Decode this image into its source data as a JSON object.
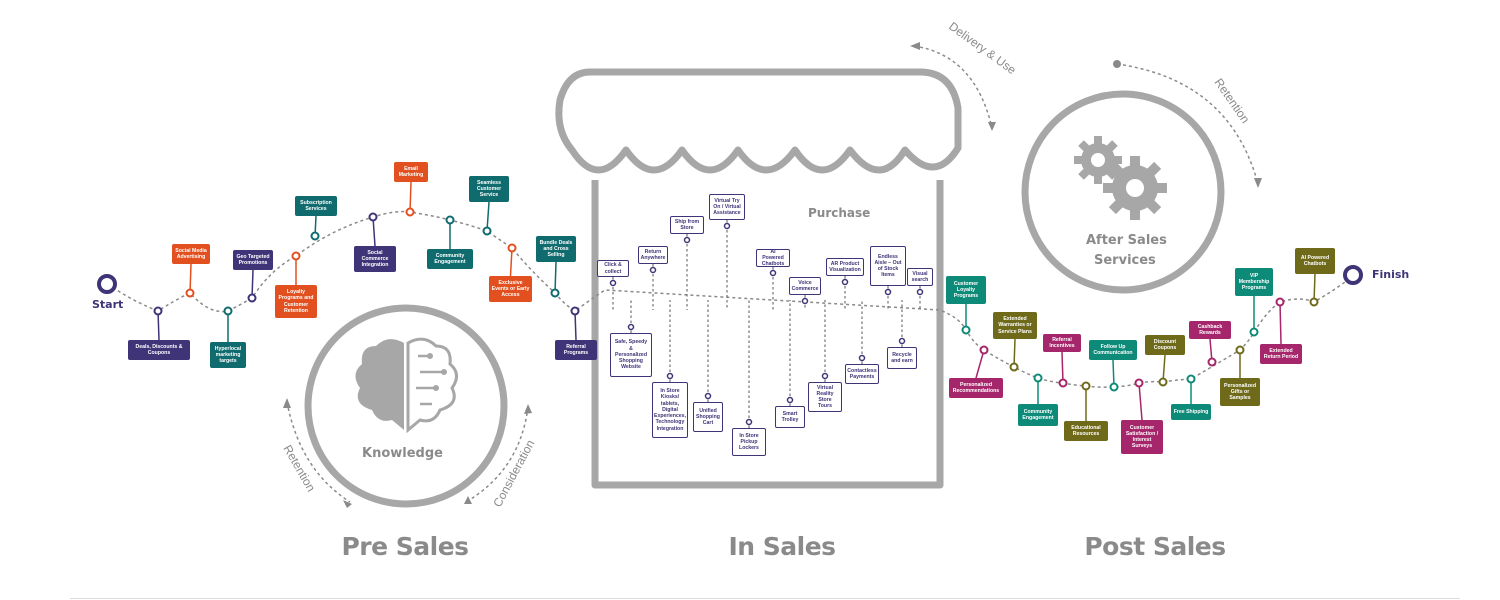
{
  "phases": {
    "pre_sales": "Pre Sales",
    "in_sales": "In Sales",
    "post_sales": "Post Sales"
  },
  "labels": {
    "start": "Start",
    "finish": "Finish",
    "purchase": "Purchase",
    "knowledge": "Knowledge",
    "after_sales": "After Sales",
    "services": "Services",
    "retention_left": "Retention",
    "consideration": "Consideration",
    "delivery_use": "Delivery & Use",
    "retention_right": "Retention"
  },
  "colors": {
    "purple": "#3f3477",
    "orange": "#e2501f",
    "teal": "#0f6b6e",
    "green_teal": "#0e8a79",
    "magenta": "#a5266a",
    "olive": "#6e6a1a",
    "gray": "#a7a7a7",
    "dark_gray": "#8a8a8a"
  },
  "pre_sales_items": [
    {
      "text": "Deals, Discounts & Coupons",
      "color": "purple"
    },
    {
      "text": "Social Media Advertising",
      "color": "orange"
    },
    {
      "text": "Hyperlocal marketing targets",
      "color": "teal"
    },
    {
      "text": "Geo Targeted Promotions",
      "color": "purple"
    },
    {
      "text": "Loyalty Programs and Customer Retention",
      "color": "orange"
    },
    {
      "text": "Subscription Services",
      "color": "teal"
    },
    {
      "text": "Social Commerce Integration",
      "color": "purple"
    },
    {
      "text": "Email Marketing",
      "color": "orange"
    },
    {
      "text": "Community Engagement",
      "color": "teal"
    },
    {
      "text": "Seamless Customer Service",
      "color": "teal"
    },
    {
      "text": "Exclusive Events or Early Access",
      "color": "orange"
    },
    {
      "text": "Bundle Deals and Cross Selling",
      "color": "teal"
    },
    {
      "text": "Referral Programs",
      "color": "purple"
    }
  ],
  "in_sales_items": [
    "Click & collect",
    "Safe, Speedy & Personalized Shopping Website",
    "Return Anywhere",
    "In Store Kiosks/ tablets, Digital Experiences, Technology Integration",
    "Ship from Store",
    "Unified Shopping Cart",
    "Virtual Try On / Virtual Assistance",
    "In Store Pickup Lockers",
    "AI Powered Chatbots",
    "Smart Trolley",
    "Voice Commerce",
    "Virtual Reality Store Tours",
    "AR Product Visualization",
    "Contactless Payments",
    "Endless Aisle – Out of Stock Items",
    "Recycle and earn",
    "Visual search"
  ],
  "post_sales_items": [
    {
      "text": "Customer Loyalty Programs",
      "color": "green_teal"
    },
    {
      "text": "Personalized Recommendations",
      "color": "magenta"
    },
    {
      "text": "Extended Warranties or Service Plans",
      "color": "olive"
    },
    {
      "text": "Community Engagement",
      "color": "green_teal"
    },
    {
      "text": "Referral Incentives",
      "color": "magenta"
    },
    {
      "text": "Educational Resources",
      "color": "olive"
    },
    {
      "text": "Follow Up Communication",
      "color": "green_teal"
    },
    {
      "text": "Customer Satisfaction / Interest Surveys",
      "color": "magenta"
    },
    {
      "text": "Discount Coupons",
      "color": "olive"
    },
    {
      "text": "Free Shipping",
      "color": "green_teal"
    },
    {
      "text": "Cashback Rewards",
      "color": "magenta"
    },
    {
      "text": "Personalized Gifts or Samples",
      "color": "olive"
    },
    {
      "text": "VIP Membership Programs",
      "color": "green_teal"
    },
    {
      "text": "Extended Return Period",
      "color": "magenta"
    },
    {
      "text": "AI Powered Chatbots",
      "color": "olive"
    }
  ]
}
